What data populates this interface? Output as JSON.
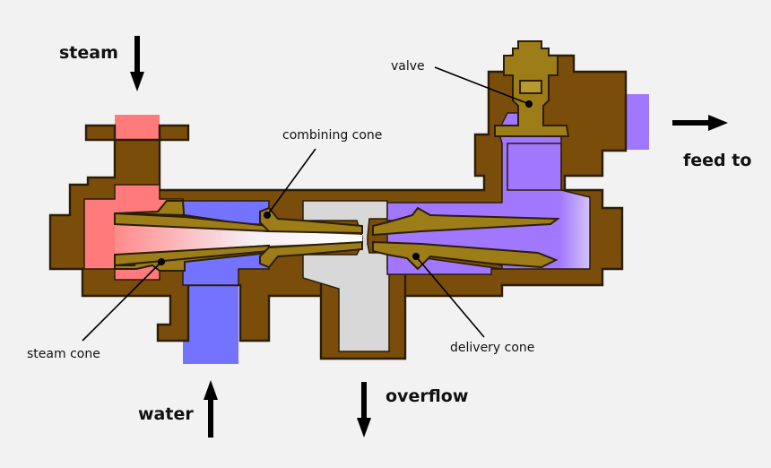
{
  "labels": {
    "steam": "steam",
    "water": "water",
    "overflow": "overflow",
    "feed_to": "feed to",
    "valve": "valve",
    "combining_cone": "combining cone",
    "steam_cone": "steam cone",
    "delivery_cone": "delivery cone"
  },
  "colors": {
    "background": "#f2f2f2",
    "casing": "#7a4d0b",
    "brass": "#9c7d18",
    "steam": "#ff7b7b",
    "water": "#7373ff",
    "feed": "#a277ff",
    "overflow": "#d8d8d8",
    "outline": "#2b1d06",
    "text": "#111111"
  },
  "icons": {
    "steam_arrow": "arrow-down-icon",
    "water_arrow": "arrow-up-icon",
    "overflow_arrow": "arrow-down-icon",
    "feed_arrow": "arrow-right-icon"
  }
}
